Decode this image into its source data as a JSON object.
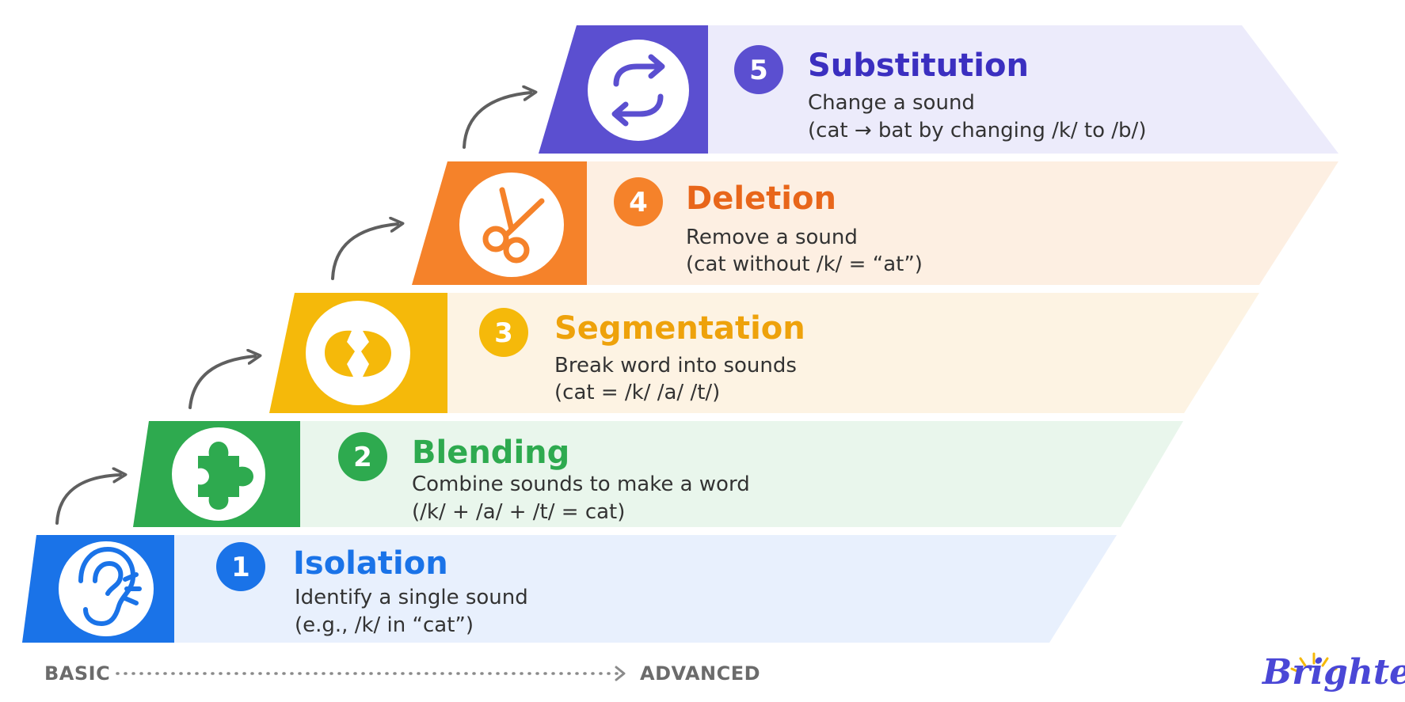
{
  "steps": [
    {
      "number": "1",
      "title": "Isolation",
      "desc1": "Identify a single sound",
      "desc2": "(e.g., /k/ in “cat”)",
      "icon": "ear-icon",
      "color": "#1a73e8",
      "bg": "#e8f0fd"
    },
    {
      "number": "2",
      "title": "Blending",
      "desc1": "Combine sounds to make a word",
      "desc2": "(/k/ + /a/ + /t/ = cat)",
      "icon": "puzzle-piece-icon",
      "color": "#2eaa4f",
      "bg": "#e9f6ec"
    },
    {
      "number": "3",
      "title": "Segmentation",
      "desc1": "Break word into sounds",
      "desc2": "(cat = /k/ /a/ /t/)",
      "icon": "broken-circle-icon",
      "color": "#f5b90a",
      "title_color": "#eea20b",
      "bg": "#fdf3e3"
    },
    {
      "number": "4",
      "title": "Deletion",
      "desc1": "Remove a sound",
      "desc2": "(cat without /k/ = “at”)",
      "icon": "scissors-icon",
      "color": "#f5822a",
      "title_color": "#e8661a",
      "bg": "#fdefe2"
    },
    {
      "number": "5",
      "title": "Substitution",
      "desc1": "Change a sound",
      "desc2": "(cat → bat by changing /k/ to /b/)",
      "icon": "swap-arrows-icon",
      "color": "#5b4fd0",
      "title_color": "#3b2fc0",
      "bg": "#ecebfb"
    }
  ],
  "scale": {
    "start": "BASIC",
    "end": "ADVANCED"
  },
  "brand": {
    "name": "Brighterly",
    "color": "#4a47d6",
    "accent": "#f5b90a"
  }
}
